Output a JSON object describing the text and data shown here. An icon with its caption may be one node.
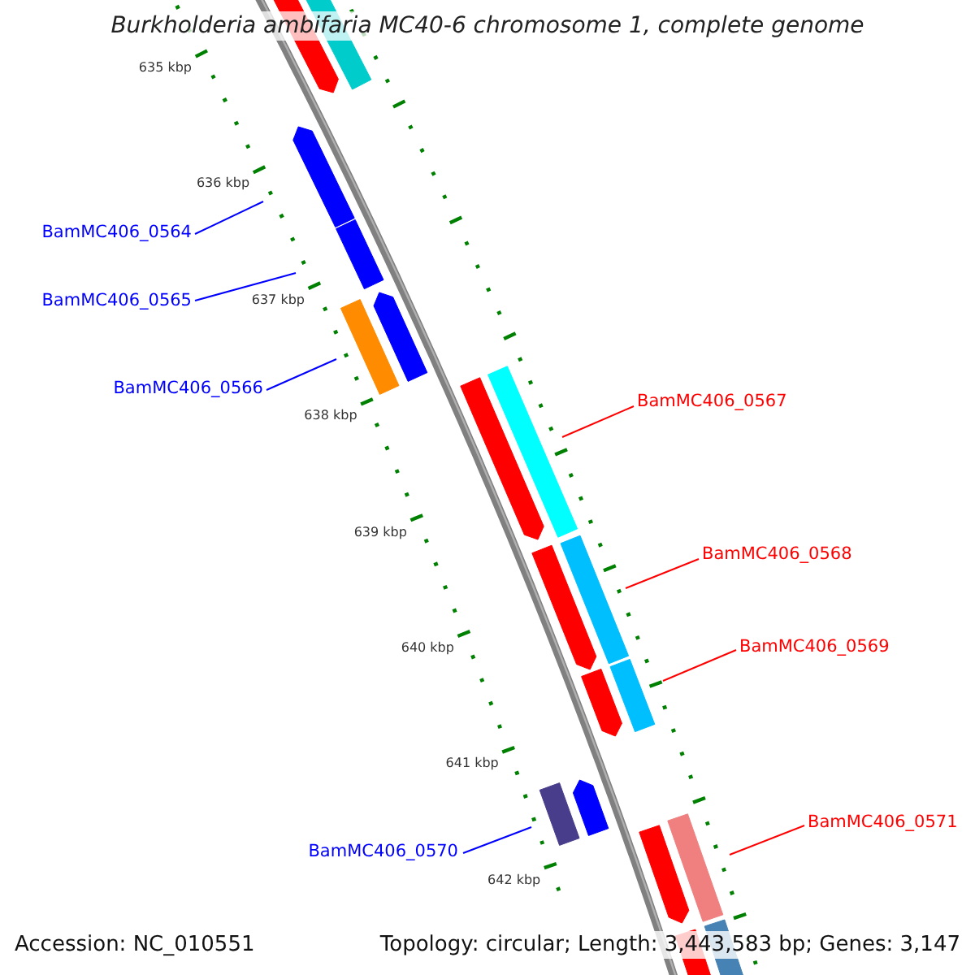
{
  "diagram": {
    "title": "Burkholderia ambifaria MC40-6 chromosome 1, complete genome",
    "nodes": [
      {
        "text": [
          "BamMC406_0564"
        ]
      },
      {
        "text": [
          "BamMC406_0565"
        ]
      },
      {
        "text": [
          "BamMC406_0566"
        ]
      },
      {
        "text": [
          "BamMC406_0567"
        ]
      },
      {
        "text": [
          "BamMC406_0568"
        ]
      },
      {
        "text": [
          "BamMC406_0569"
        ]
      },
      {
        "text": [
          "BamMC406_0570"
        ]
      },
      {
        "text": [
          "BamMC406_0571"
        ]
      }
    ],
    "edges": [
      {
        "from": 0,
        "to": null,
        "arrow": "none",
        "color": "#0000ff"
      },
      {
        "from": 1,
        "to": null,
        "arrow": "none",
        "color": "#0000ff"
      },
      {
        "from": 2,
        "to": null,
        "arrow": "none",
        "color": "#0000ff"
      },
      {
        "from": 3,
        "to": null,
        "arrow": "none",
        "color": "#ff0000"
      },
      {
        "from": 4,
        "to": null,
        "arrow": "none",
        "color": "#ff0000"
      },
      {
        "from": 5,
        "to": null,
        "arrow": "none",
        "color": "#ff0000"
      },
      {
        "from": 6,
        "to": null,
        "arrow": "none",
        "color": "#0000ff"
      },
      {
        "from": 7,
        "to": null,
        "arrow": "none",
        "color": "#ff0000"
      }
    ],
    "labels": [
      "635 kbp",
      "636 kbp",
      "637 kbp",
      "638 kbp",
      "639 kbp",
      "640 kbp",
      "641 kbp",
      "642 kbp",
      "Accession: NC_010551",
      "Topology: circular; Length: 3,443,583 bp; Genes: 3,147"
    ]
  }
}
